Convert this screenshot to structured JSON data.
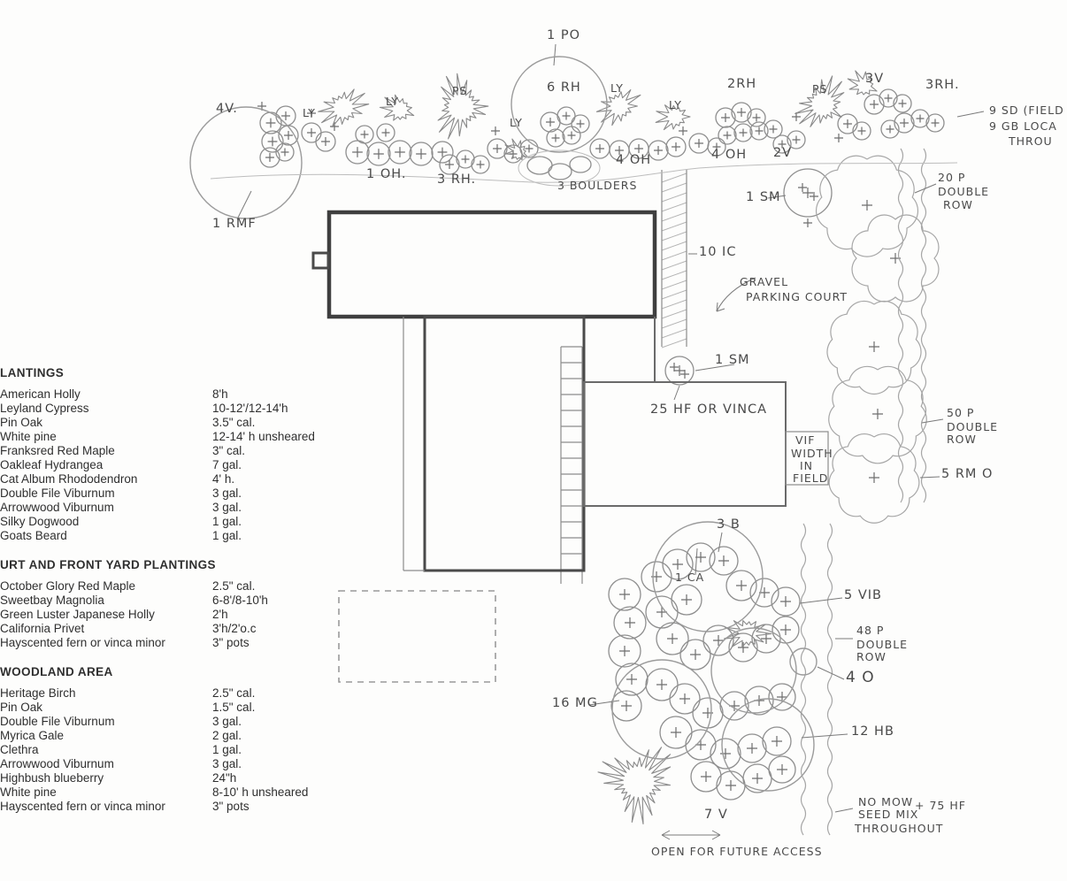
{
  "legend": {
    "sections": [
      {
        "title": "LANTINGS",
        "rows": [
          {
            "name": "American Holly",
            "size": "8'h"
          },
          {
            "name": "Leyland Cypress",
            "size": "10-12'/12-14'h"
          },
          {
            "name": "Pin Oak",
            "size": "3.5\" cal."
          },
          {
            "name": "White pine",
            "size": "12-14' h unsheared"
          },
          {
            "name": "Franksred Red Maple",
            "size": "3\" cal."
          },
          {
            "name": "Oakleaf Hydrangea",
            "size": "7 gal."
          },
          {
            "name": "Cat Album Rhododendron",
            "size": "4' h."
          },
          {
            "name": "Double File Viburnum",
            "size": "3 gal."
          },
          {
            "name": "Arrowwood Viburnum",
            "size": "3 gal."
          },
          {
            "name": "Silky Dogwood",
            "size": "1 gal."
          },
          {
            "name": "Goats Beard",
            "size": "1 gal."
          }
        ]
      },
      {
        "title": "URT AND  FRONT YARD PLANTINGS",
        "rows": [
          {
            "name": "October Glory Red Maple",
            "size": "2.5\" cal."
          },
          {
            "name": "Sweetbay Magnolia",
            "size": "6-8'/8-10'h"
          },
          {
            "name": "Green Luster Japanese Holly",
            "size": "2'h"
          },
          {
            "name": "California Privet",
            "size": "3'h/2'o.c"
          },
          {
            "name": "Hayscented fern or vinca minor",
            "size": "3\" pots"
          }
        ]
      },
      {
        "title": "WOODLAND AREA",
        "rows": [
          {
            "name": "Heritage Birch",
            "size": "2.5\" cal."
          },
          {
            "name": "Pin Oak",
            "size": "1.5\" cal."
          },
          {
            "name": "Double File Viburnum",
            "size": "3 gal."
          },
          {
            "name": "Myrica Gale",
            "size": "2 gal."
          },
          {
            "name": "Clethra",
            "size": "1 gal."
          },
          {
            "name": "Arrowwood Viburnum",
            "size": "3 gal."
          },
          {
            "name": "Highbush blueberry",
            "size": "24\"h"
          },
          {
            "name": "White pine",
            "size": "8-10' h unsheared"
          },
          {
            "name": "Hayscented fern or vinca minor",
            "size": "3\" pots"
          }
        ]
      }
    ]
  },
  "ann": {
    "po": "1 PO",
    "v4": "4V.",
    "ly": "LY",
    "ps": "PS",
    "rh6": "6 RH",
    "rh2": "2RH",
    "v3": "3V",
    "rh3r": "3RH.",
    "oh1": "1 OH.",
    "rh3": "3 RH.",
    "boulders": "3 BOULDERS",
    "oh4": "4 OH",
    "v2": "2V",
    "rmf": "1 RMF",
    "sd9": "9 SD (FIELD",
    "gb9": "9 GB  LOCA",
    "thr": "THROU",
    "sm": "1 SM",
    "p20": {
      "l1": "20 P",
      "l2": "DOUBLE",
      "l3": "ROW"
    },
    "ic10": "10 IC",
    "gravel1": "GRAVEL",
    "gravel2": "PARKING COURT",
    "hf25": "25 HF OR VINCA",
    "vif": {
      "l1": "VIF",
      "l2": "WIDTH",
      "l3": "IN",
      "l4": "FIELD"
    },
    "p50": {
      "l1": "50 P",
      "l2": "DOUBLE",
      "l3": "ROW"
    },
    "rmo5": "5 RM O",
    "b3": "3 B",
    "ca1": "1 CA",
    "vib5": "5 VIB",
    "p48": {
      "l1": "48 P",
      "l2": "DOUBLE",
      "l3": "ROW"
    },
    "o4": "4 O",
    "mg16": "16 MG",
    "hb12": "12 HB",
    "v7": "7 V",
    "open": "OPEN FOR FUTURE ACCESS",
    "nomow": {
      "l1": "NO MOW",
      "l2": "SEED MIX",
      "l3": "THROUGHOUT"
    },
    "hf75": "+ 75 HF"
  }
}
